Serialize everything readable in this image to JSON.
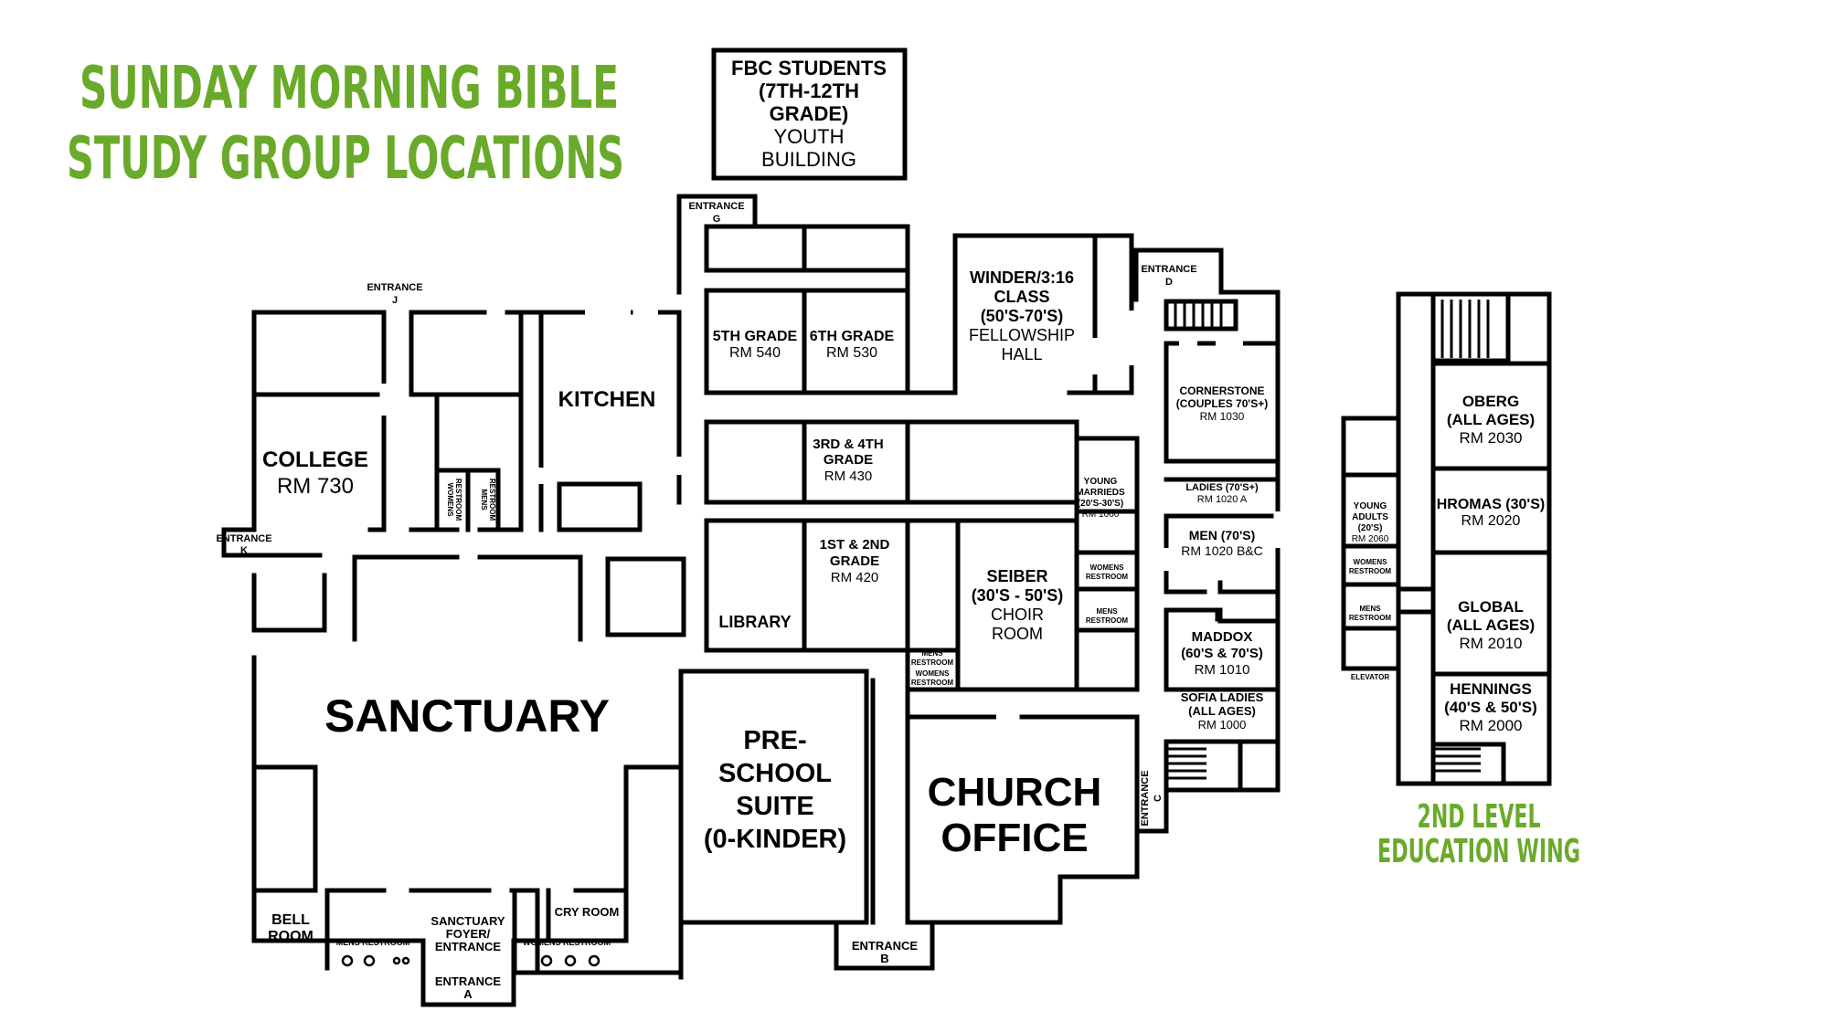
{
  "title": {
    "line1": "SUNDAY MORNING BIBLE",
    "line2": "STUDY GROUP LOCATIONS",
    "color": "#6aaa2a"
  },
  "level2_label": {
    "line1": "2ND LEVEL",
    "line2": "EDUCATION WING",
    "color": "#6aaa2a"
  },
  "youth": {
    "l1": "FBC STUDENTS",
    "l2": "(7TH-12TH",
    "l3": "GRADE)",
    "l4": "YOUTH",
    "l5": "BUILDING"
  },
  "entrances": {
    "g": {
      "l1": "ENTRANCE",
      "l2": "G"
    },
    "j": {
      "l1": "ENTRANCE",
      "l2": "J"
    },
    "d": {
      "l1": "ENTRANCE",
      "l2": "D"
    },
    "k": {
      "l1": "ENTRANCE",
      "l2": "K"
    },
    "c": {
      "l1": "ENTRANCE",
      "l2": "C"
    },
    "b": {
      "l1": "ENTRANCE",
      "l2": "B"
    },
    "a": {
      "l1": "ENTRANCE",
      "l2": "A"
    }
  },
  "rooms": {
    "grade5": {
      "name": "5TH GRADE",
      "rm": "RM 540"
    },
    "grade6": {
      "name": "6TH GRADE",
      "rm": "RM 530"
    },
    "winder": {
      "l1": "WINDER/3:16",
      "l2": "CLASS",
      "l3": "(50'S-70'S)",
      "l4": "FELLOWSHIP",
      "l5": "HALL"
    },
    "kitchen": {
      "name": "KITCHEN"
    },
    "college": {
      "name": "COLLEGE",
      "rm": "RM 730"
    },
    "womens_rr_top": {
      "l1": "WOMENS",
      "l2": "RESTROOM"
    },
    "mens_rr_top": {
      "l1": "MENS",
      "l2": "RESTROOM"
    },
    "grade34": {
      "l1": "3RD & 4TH",
      "l2": "GRADE",
      "rm": "RM 430"
    },
    "young_marrieds": {
      "l1": "YOUNG",
      "l2": "MARRIEDS",
      "l3": "(20'S-30'S)",
      "rm": "RM 1060"
    },
    "cornerstone": {
      "l1": "CORNERSTONE",
      "l2": "(COUPLES 70'S+)",
      "rm": "RM 1030"
    },
    "ladies": {
      "l1": "LADIES (70'S+)",
      "rm": "RM 1020 A"
    },
    "men": {
      "l1": "MEN (70'S)",
      "rm": "RM 1020 B&C"
    },
    "grade12": {
      "l1": "1ST & 2ND",
      "l2": "GRADE",
      "rm": "RM 420"
    },
    "library": {
      "name": "LIBRARY"
    },
    "seiber": {
      "l1": "SEIBER",
      "l2": "(30'S - 50'S)",
      "l3": "CHOIR",
      "l4": "ROOM"
    },
    "womens_rr_mid": {
      "l1": "WOMENS",
      "l2": "RESTROOM"
    },
    "mens_rr_mid": {
      "l1": "MENS",
      "l2": "RESTROOM"
    },
    "mens_rr_lib": {
      "l1": "MENS",
      "l2": "RESTROOM"
    },
    "womens_rr_lib": {
      "l1": "WOMENS",
      "l2": "RESTROOM"
    },
    "maddox": {
      "l1": "MADDOX",
      "l2": "(60'S & 70'S)",
      "rm": "RM 1010"
    },
    "sofia": {
      "l1": "SOFIA LADIES",
      "l2": "(ALL AGES)",
      "rm": "RM 1000"
    },
    "sanctuary": {
      "name": "SANCTUARY"
    },
    "preschool": {
      "l1": "PRE-",
      "l2": "SCHOOL",
      "l3": "SUITE",
      "l4": "(0-KINDER)"
    },
    "church_office": {
      "l1": "CHURCH",
      "l2": "OFFICE"
    },
    "bell_room": {
      "l1": "BELL",
      "l2": "ROOM"
    },
    "foyer": {
      "l1": "SANCTUARY",
      "l2": "FOYER/",
      "l3": "ENTRANCE"
    },
    "cry_room": {
      "name": "CRY ROOM"
    },
    "mens_rr_bottom": {
      "name": "MENS RESTROOM"
    },
    "womens_rr_bottom": {
      "name": "WOMENS RESTROOM"
    }
  },
  "level2": {
    "oberg": {
      "l1": "OBERG",
      "l2": "(ALL AGES)",
      "rm": "RM 2030"
    },
    "hromas": {
      "l1": "HROMAS (30'S)",
      "rm": "RM 2020"
    },
    "young_adults": {
      "l1": "YOUNG",
      "l2": "ADULTS",
      "l3": "(20'S)",
      "rm": "RM 2060"
    },
    "womens_rr": {
      "l1": "WOMENS",
      "l2": "RESTROOM"
    },
    "mens_rr": {
      "l1": "MENS",
      "l2": "RESTROOM"
    },
    "global": {
      "l1": "GLOBAL",
      "l2": "(ALL AGES)",
      "rm": "RM 2010"
    },
    "elevator": {
      "name": "ELEVATOR"
    },
    "hennings": {
      "l1": "HENNINGS",
      "l2": "(40'S & 50'S)",
      "rm": "RM 2000"
    }
  }
}
